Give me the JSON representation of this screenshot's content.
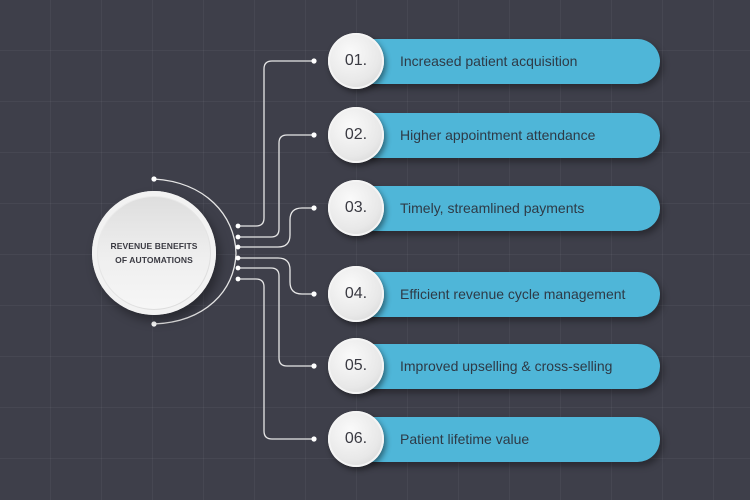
{
  "diagram": {
    "hub": {
      "lines": [
        "REVENUE BENEFITS",
        "OF AUTOMATIONS"
      ]
    },
    "items": [
      {
        "number": "01.",
        "label": "Increased patient acquisition"
      },
      {
        "number": "02.",
        "label": "Higher appointment attendance"
      },
      {
        "number": "03.",
        "label": "Timely, streamlined payments"
      },
      {
        "number": "04.",
        "label": "Efficient revenue cycle management"
      },
      {
        "number": "05.",
        "label": "Improved upselling & cross-selling"
      },
      {
        "number": "06.",
        "label": "Patient lifetime value"
      }
    ],
    "colors": {
      "background": "#3e3f4a",
      "pill": "#4fb6d8",
      "pill_text": "#2e3a46",
      "circle": "#e8e8e8",
      "connector": "#ffffff"
    }
  }
}
